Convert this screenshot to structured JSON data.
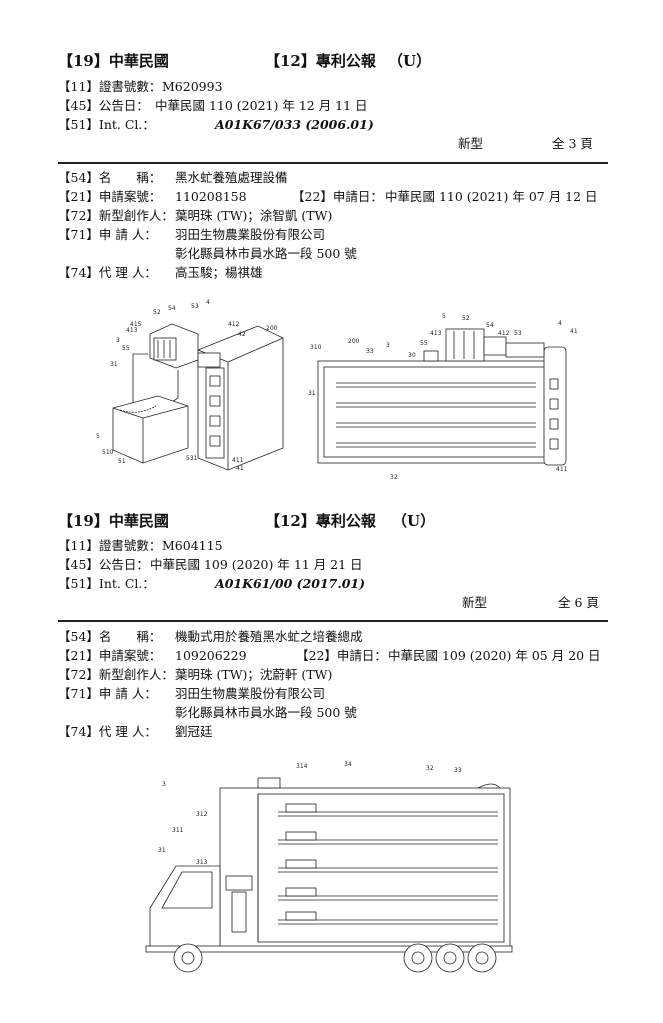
{
  "p1": {
    "country": "【19】中華民國",
    "kind": "【12】專利公報",
    "type": "（U）",
    "cert_label": "【11】證書號數：",
    "cert_no": "M620993",
    "pub_label": "【45】公告日：",
    "pub_date": "中華民國 110 (2021) 年 12 月 11 日",
    "ipc_label": "【51】Int. Cl.：",
    "ipc": "A01K67/033  (2006.01)",
    "category": "新型",
    "pages": "全 3 頁",
    "title_label": "【54】名　　稱：",
    "title": "黑水虻養殖處理設備",
    "app_no_label": "【21】申請案號：",
    "app_no": "110208158",
    "app_date_label": "【22】申請日：",
    "app_date": "中華民國 110 (2021) 年 07 月 12 日",
    "inventor_label": "【72】新型創作人：",
    "inventors": "葉明珠 (TW)；涂智凱 (TW)",
    "applicant_label": "【71】申 請 人：",
    "applicant": "羽田生物農業股份有限公司",
    "address": "彰化縣員林市員水路一段 500 號",
    "agent_label": "【74】代 理 人：",
    "agents": "高玉駿；楊祺雄",
    "fig_a_labels": [
      "54",
      "53",
      "4",
      "52",
      "412",
      "415",
      "413",
      "42",
      "200",
      "3",
      "55",
      "31",
      "5",
      "510",
      "51",
      "531",
      "411",
      "41"
    ],
    "fig_b_labels": [
      "5",
      "52",
      "54",
      "4",
      "413",
      "412",
      "53",
      "41",
      "310",
      "200",
      "55",
      "3",
      "33",
      "30",
      "31",
      "411",
      "32"
    ]
  },
  "p2": {
    "country": "【19】中華民國",
    "kind": "【12】專利公報",
    "type": "（U）",
    "cert_label": "【11】證書號數：",
    "cert_no": "M604115",
    "pub_label": "【45】公告日：",
    "pub_date": "中華民國 109 (2020) 年 11 月 21 日",
    "ipc_label": "【51】Int. Cl.：",
    "ipc": "A01K61/00    (2017.01)",
    "category": "新型",
    "pages": "全 6 頁",
    "title_label": "【54】名　　稱：",
    "title": "機動式用於養殖黑水虻之培養總成",
    "app_no_label": "【21】申請案號：",
    "app_no": "109206229",
    "app_date_label": "【22】申請日：",
    "app_date": "中華民國 109 (2020) 年 05 月 20 日",
    "inventor_label": "【72】新型創作人：",
    "inventors": "葉明珠 (TW)；沈蔚軒 (TW)",
    "applicant_label": "【71】申 請 人：",
    "applicant": "羽田生物農業股份有限公司",
    "address": "彰化縣員林市員水路一段 500 號",
    "agent_label": "【74】代 理 人：",
    "agents": "劉冠廷",
    "fig_c_labels": [
      "314",
      "34",
      "32",
      "33",
      "3",
      "312",
      "311",
      "31",
      "313"
    ]
  }
}
